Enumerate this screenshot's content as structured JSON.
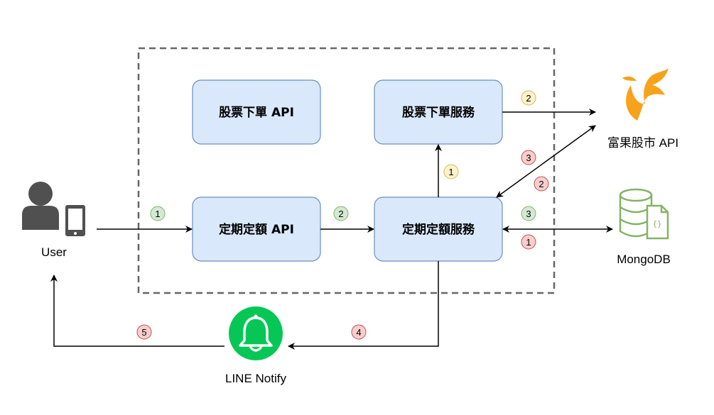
{
  "boxes": {
    "stock_order_api": "股票下單 API",
    "stock_order_service": "股票下單服務",
    "regular_investment_api": "定期定額 API",
    "regular_investment_service": "定期定額服務"
  },
  "externals": {
    "user": "User",
    "fugle_api": "富果股市 API",
    "mongodb": "MongoDB",
    "line_notify": "LINE Notify"
  },
  "badges": {
    "user_to_api": "1",
    "api_to_service": "2",
    "service_to_order": "1",
    "order_to_fugle": "2",
    "fugle_return": "3",
    "service_to_fugle": "2",
    "mongo_read": "3",
    "mongo_write": "1",
    "service_to_line": "4",
    "line_to_user": "5"
  },
  "colors": {
    "box_fill": "#dae8fc",
    "box_stroke": "#6c8ebf",
    "green_fill": "#d5e8d4",
    "green_stroke": "#82b366",
    "yellow_fill": "#fff2cc",
    "yellow_stroke": "#d6b656",
    "red_fill": "#f8cecc",
    "red_stroke": "#b85450",
    "line_green": "#06c755",
    "mongo_green": "#82b366",
    "fugle_orange": "#f7a21b"
  }
}
